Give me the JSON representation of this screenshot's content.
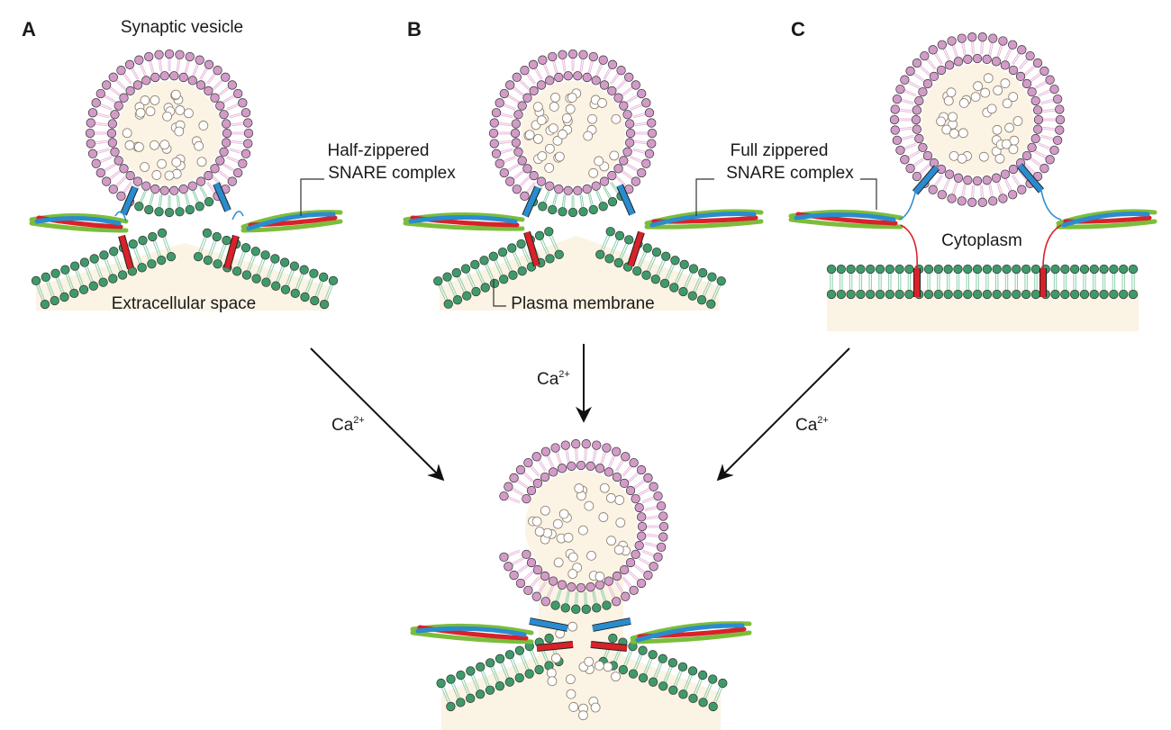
{
  "panels": [
    {
      "letter": "A",
      "top_label": "Synaptic vesicle",
      "complex_label_1": "Half-zippered",
      "complex_label_2": "SNARE complex",
      "region_label": "Extracellular space"
    },
    {
      "letter": "B",
      "complex_label_1": "Full zippered",
      "complex_label_2": "SNARE complex",
      "region_label": "Plasma membrane"
    },
    {
      "letter": "C",
      "region_label": "Cytoplasm"
    }
  ],
  "transition": {
    "ion": "Ca",
    "charge": "2+"
  },
  "colors": {
    "vesicle_head": "#d39bc8",
    "vesicle_tail": "#e7b9dc",
    "membrane_head": "#3f9a6a",
    "membrane_tail": "#8fcfae",
    "lumen": "#fbf3e4",
    "neurotransmitter": "#ffffff",
    "syntaxin_red": "#d9212a",
    "synaptobrevin_blue": "#2a8ccf",
    "snap25_green": "#7cbd3b",
    "arrow": "#111111"
  }
}
